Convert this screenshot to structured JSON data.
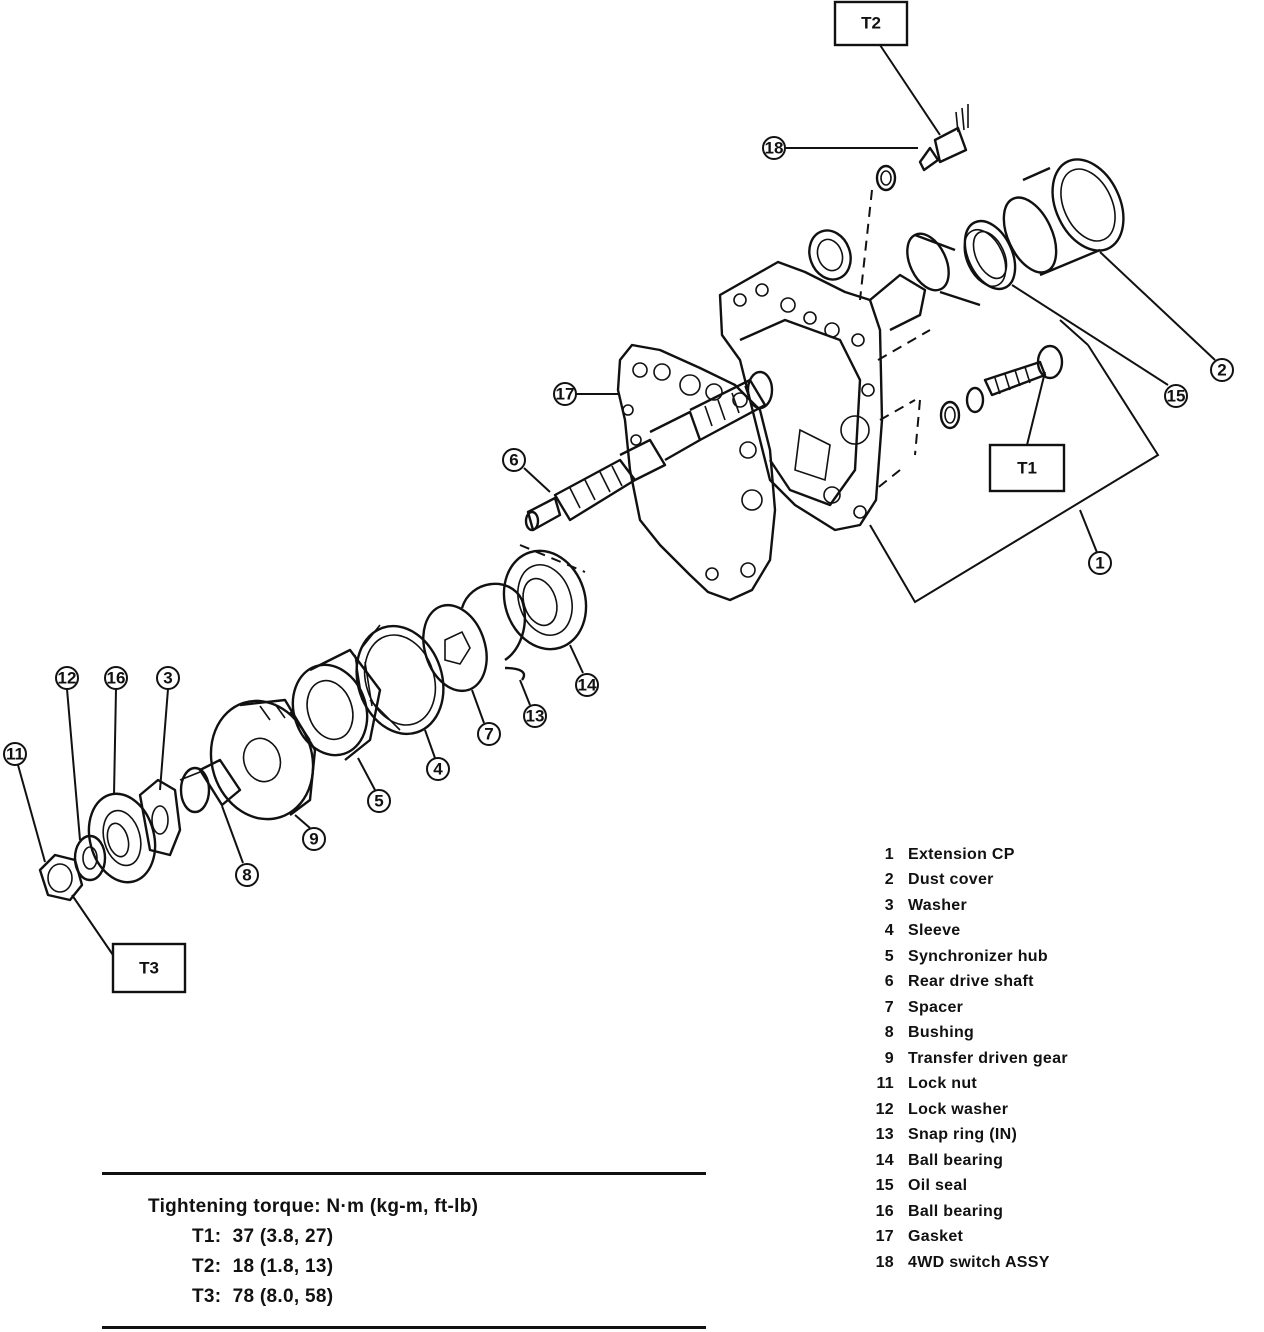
{
  "torque_boxes": {
    "t1": "T1",
    "t2": "T2",
    "t3": "T3"
  },
  "callouts": {
    "c1": "1",
    "c2": "2",
    "c3": "3",
    "c4": "4",
    "c5": "5",
    "c6": "6",
    "c7": "7",
    "c8": "8",
    "c9": "9",
    "c11": "11",
    "c12": "12",
    "c13": "13",
    "c14": "14",
    "c15": "15",
    "c16": "16",
    "c17": "17",
    "c18": "18"
  },
  "legend": [
    {
      "num": "1",
      "name": "Extension CP"
    },
    {
      "num": "2",
      "name": "Dust cover"
    },
    {
      "num": "3",
      "name": "Washer"
    },
    {
      "num": "4",
      "name": "Sleeve"
    },
    {
      "num": "5",
      "name": "Synchronizer hub"
    },
    {
      "num": "6",
      "name": "Rear drive shaft"
    },
    {
      "num": "7",
      "name": "Spacer"
    },
    {
      "num": "8",
      "name": "Bushing"
    },
    {
      "num": "9",
      "name": "Transfer driven gear"
    },
    {
      "num": "11",
      "name": "Lock nut"
    },
    {
      "num": "12",
      "name": "Lock washer"
    },
    {
      "num": "13",
      "name": "Snap ring (IN)"
    },
    {
      "num": "14",
      "name": "Ball bearing"
    },
    {
      "num": "15",
      "name": "Oil seal"
    },
    {
      "num": "16",
      "name": "Ball bearing"
    },
    {
      "num": "17",
      "name": "Gasket"
    },
    {
      "num": "18",
      "name": "4WD switch ASSY"
    }
  ],
  "torque": {
    "title": "Tightening torque:  N·m (kg-m, ft-lb)",
    "rows": [
      {
        "label": "T1:",
        "value": "37 (3.8, 27)"
      },
      {
        "label": "T2:",
        "value": "18 (1.8, 13)"
      },
      {
        "label": "T3:",
        "value": "78 (8.0, 58)"
      }
    ]
  }
}
